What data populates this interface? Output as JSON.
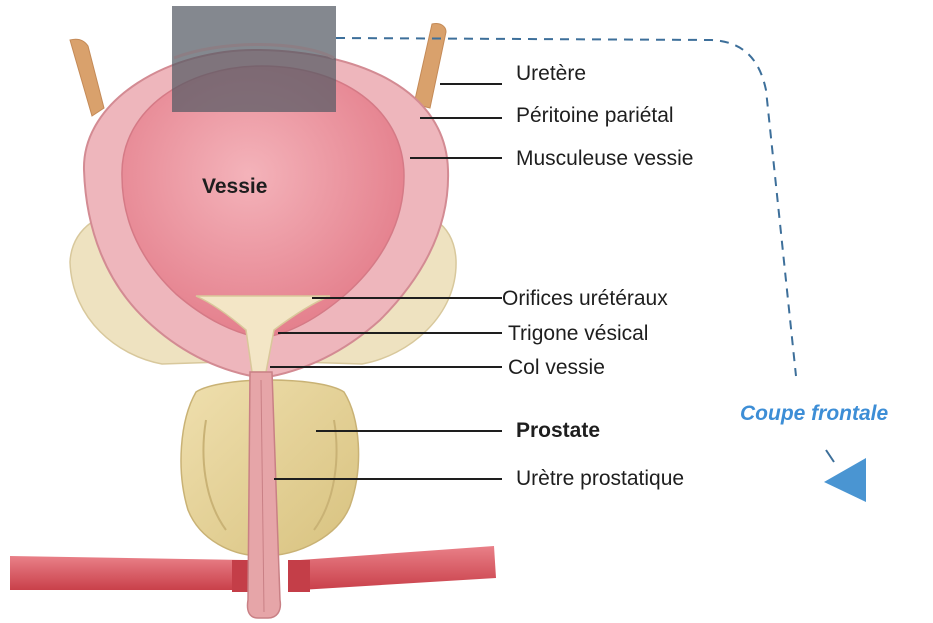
{
  "labels": {
    "uretere": "Uretère",
    "peritoine": "Péritoine pariétal",
    "musculeuse": "Musculeuse vessie",
    "vessie": "Vessie",
    "orifices": "Orifices urétéraux",
    "trigone": "Trigone vésical",
    "col": "Col vessie",
    "prostate": "Prostate",
    "uretre": "Urètre prostatique",
    "coupe": "Coupe frontale"
  },
  "colors": {
    "bladder_inner": "#e98b97",
    "bladder_wall": "#eeb6bc",
    "fat": "#eee2c0",
    "prostate": "#e6d49a",
    "ureter": "#d9a16c",
    "urethra": "#e6a5a8",
    "muscle_bar": "#d8565f",
    "section_box": "#555a64",
    "dashed_arrow": "#3d6f9a",
    "arrow_head": "#4a95d2",
    "coupe_text": "#3d8ed6"
  }
}
